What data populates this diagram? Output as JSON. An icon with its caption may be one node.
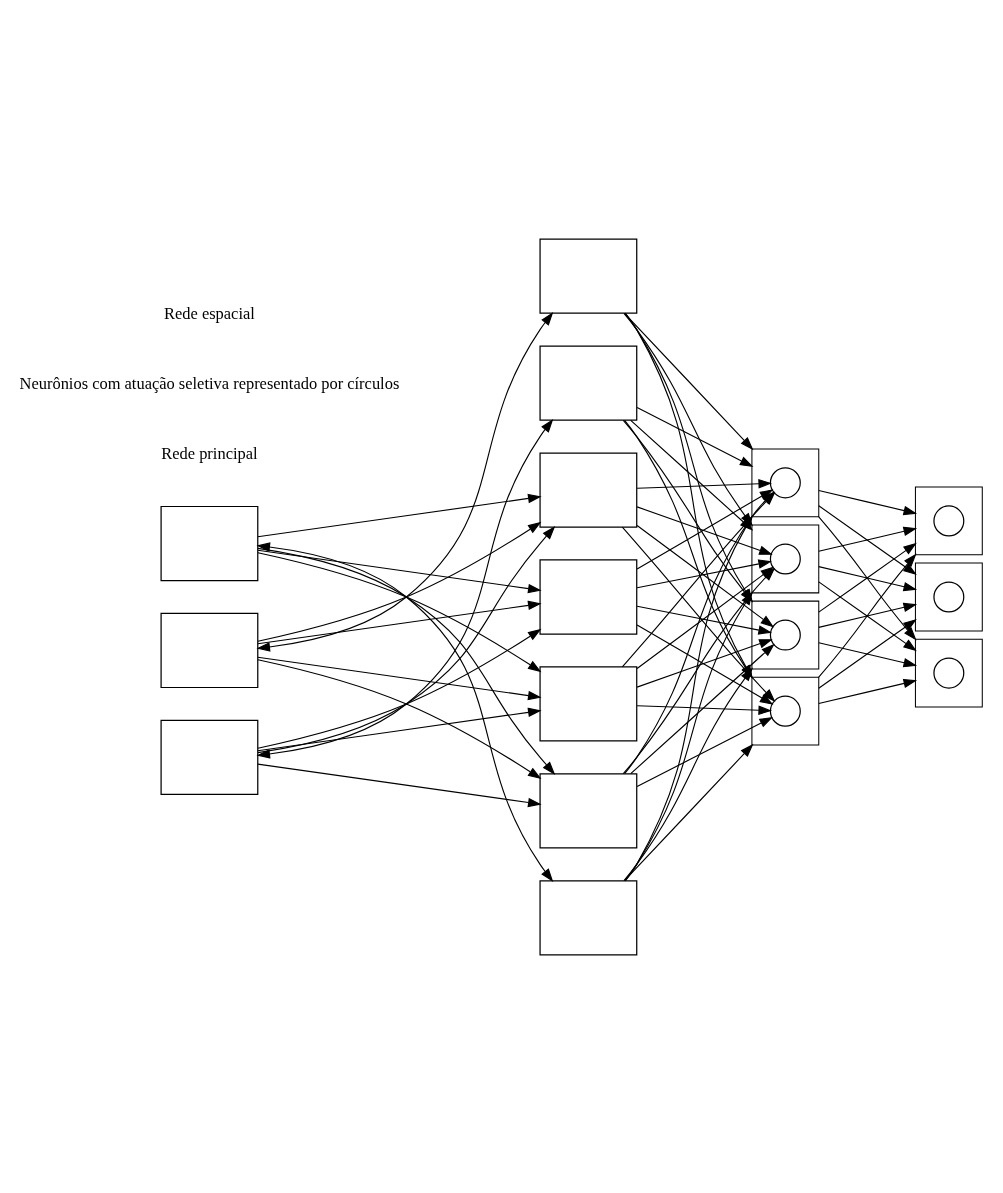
{
  "diagram": {
    "nodes": [
      {
        "text": [],
        "shape": "box"
      },
      {
        "text": [],
        "shape": "box"
      },
      {
        "text": [],
        "shape": "box"
      },
      {
        "text": [],
        "shape": "box"
      },
      {
        "text": [],
        "shape": "circle",
        "in": 3
      },
      {
        "text": [],
        "shape": "box"
      },
      {
        "text": [],
        "shape": "circle",
        "in": 5
      },
      {
        "text": [],
        "shape": "box"
      },
      {
        "text": [],
        "shape": "circle",
        "in": 7
      },
      {
        "text": [],
        "shape": "box"
      },
      {
        "text": [],
        "shape": "circle",
        "in": 9
      },
      {
        "text": [],
        "shape": "box"
      },
      {
        "text": [],
        "shape": "circle",
        "in": 11
      },
      {
        "text": [],
        "shape": "box"
      },
      {
        "text": [],
        "shape": "circle",
        "in": 13
      },
      {
        "text": [],
        "shape": "box"
      },
      {
        "text": [],
        "shape": "circle",
        "in": 15
      },
      {
        "text": [],
        "shape": "box"
      },
      {
        "text": [],
        "shape": "box"
      },
      {
        "text": [],
        "shape": "box"
      },
      {
        "text": [],
        "shape": "box"
      },
      {
        "text": [],
        "shape": "box"
      },
      {
        "text": [],
        "shape": "box"
      },
      {
        "text": [],
        "shape": "box"
      }
    ],
    "edges": [
      {
        "from": 0,
        "to": 19,
        "arrow": "both"
      },
      {
        "from": 1,
        "to": 18,
        "arrow": "both"
      },
      {
        "from": 2,
        "to": 17,
        "arrow": "both"
      },
      {
        "from": 0,
        "to": 3,
        "arrow": "to"
      },
      {
        "from": 0,
        "to": 5,
        "arrow": "to"
      },
      {
        "from": 0,
        "to": 7,
        "arrow": "to"
      },
      {
        "from": 0,
        "to": 9,
        "arrow": "to"
      },
      {
        "from": 1,
        "to": 3,
        "arrow": "to"
      },
      {
        "from": 1,
        "to": 5,
        "arrow": "to"
      },
      {
        "from": 1,
        "to": 7,
        "arrow": "to"
      },
      {
        "from": 1,
        "to": 9,
        "arrow": "to"
      },
      {
        "from": 2,
        "to": 3,
        "arrow": "to"
      },
      {
        "from": 2,
        "to": 5,
        "arrow": "to"
      },
      {
        "from": 2,
        "to": 7,
        "arrow": "to"
      },
      {
        "from": 2,
        "to": 9,
        "arrow": "to"
      },
      {
        "from": 3,
        "to": 11,
        "arrow": "to"
      },
      {
        "from": 3,
        "to": 13,
        "arrow": "to"
      },
      {
        "from": 3,
        "to": 15,
        "arrow": "to"
      },
      {
        "from": 5,
        "to": 11,
        "arrow": "to"
      },
      {
        "from": 5,
        "to": 13,
        "arrow": "to"
      },
      {
        "from": 5,
        "to": 15,
        "arrow": "to"
      },
      {
        "from": 7,
        "to": 11,
        "arrow": "to"
      },
      {
        "from": 7,
        "to": 13,
        "arrow": "to"
      },
      {
        "from": 7,
        "to": 15,
        "arrow": "to"
      },
      {
        "from": 9,
        "to": 11,
        "arrow": "to"
      },
      {
        "from": 9,
        "to": 13,
        "arrow": "to"
      },
      {
        "from": 9,
        "to": 15,
        "arrow": "to"
      },
      {
        "from": 17,
        "to": 20,
        "arrow": "to"
      },
      {
        "from": 17,
        "to": 21,
        "arrow": "to"
      },
      {
        "from": 17,
        "to": 22,
        "arrow": "to"
      },
      {
        "from": 17,
        "to": 23,
        "arrow": "to"
      },
      {
        "from": 18,
        "to": 20,
        "arrow": "to"
      },
      {
        "from": 18,
        "to": 21,
        "arrow": "to"
      },
      {
        "from": 18,
        "to": 22,
        "arrow": "to"
      },
      {
        "from": 18,
        "to": 23,
        "arrow": "to"
      },
      {
        "from": 19,
        "to": 20,
        "arrow": "to"
      },
      {
        "from": 19,
        "to": 21,
        "arrow": "to"
      },
      {
        "from": 19,
        "to": 22,
        "arrow": "to"
      },
      {
        "from": 19,
        "to": 23,
        "arrow": "to"
      },
      {
        "from": 20,
        "to": 4,
        "arrow": "to"
      },
      {
        "from": 20,
        "to": 6,
        "arrow": "to"
      },
      {
        "from": 20,
        "to": 8,
        "arrow": "to"
      },
      {
        "from": 20,
        "to": 10,
        "arrow": "to"
      },
      {
        "from": 21,
        "to": 4,
        "arrow": "to"
      },
      {
        "from": 21,
        "to": 6,
        "arrow": "to"
      },
      {
        "from": 21,
        "to": 8,
        "arrow": "to"
      },
      {
        "from": 21,
        "to": 10,
        "arrow": "to"
      },
      {
        "from": 22,
        "to": 4,
        "arrow": "to"
      },
      {
        "from": 22,
        "to": 6,
        "arrow": "to"
      },
      {
        "from": 22,
        "to": 8,
        "arrow": "to"
      },
      {
        "from": 22,
        "to": 10,
        "arrow": "to"
      },
      {
        "from": 23,
        "to": 4,
        "arrow": "to"
      },
      {
        "from": 23,
        "to": 6,
        "arrow": "to"
      },
      {
        "from": 23,
        "to": 8,
        "arrow": "to"
      },
      {
        "from": 23,
        "to": 10,
        "arrow": "to"
      }
    ],
    "labels": [
      "Rede principal",
      "Neurônios com atuação seletiva representado por círculos",
      "Rede espacial"
    ]
  }
}
